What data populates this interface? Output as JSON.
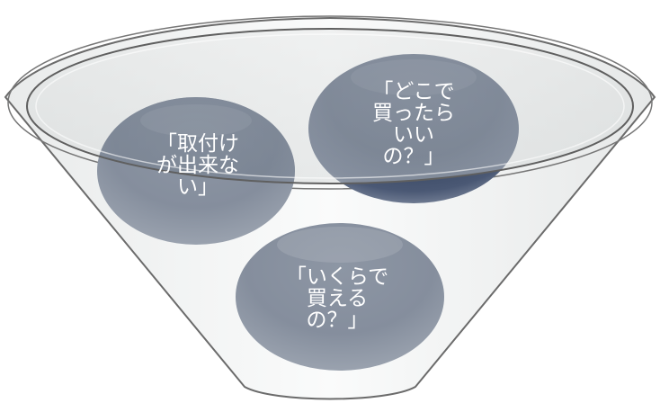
{
  "bubbles": [
    {
      "id": "install",
      "lines": [
        "「取付け",
        "が出来な",
        "い」"
      ]
    },
    {
      "id": "where",
      "lines": [
        "「どこで",
        "買ったら",
        "いい",
        "の？」"
      ]
    },
    {
      "id": "price",
      "lines": [
        "「いくらで",
        "買える",
        "の？」"
      ]
    }
  ],
  "colors": {
    "funnel_outline": "#6b6b6b",
    "funnel_fill": "#f3f4f4",
    "rim_fill": "#d9dcdc",
    "bubble_dark": "#3b4a63",
    "bubble_light": "#8a93a1",
    "text": "#ffffff"
  }
}
